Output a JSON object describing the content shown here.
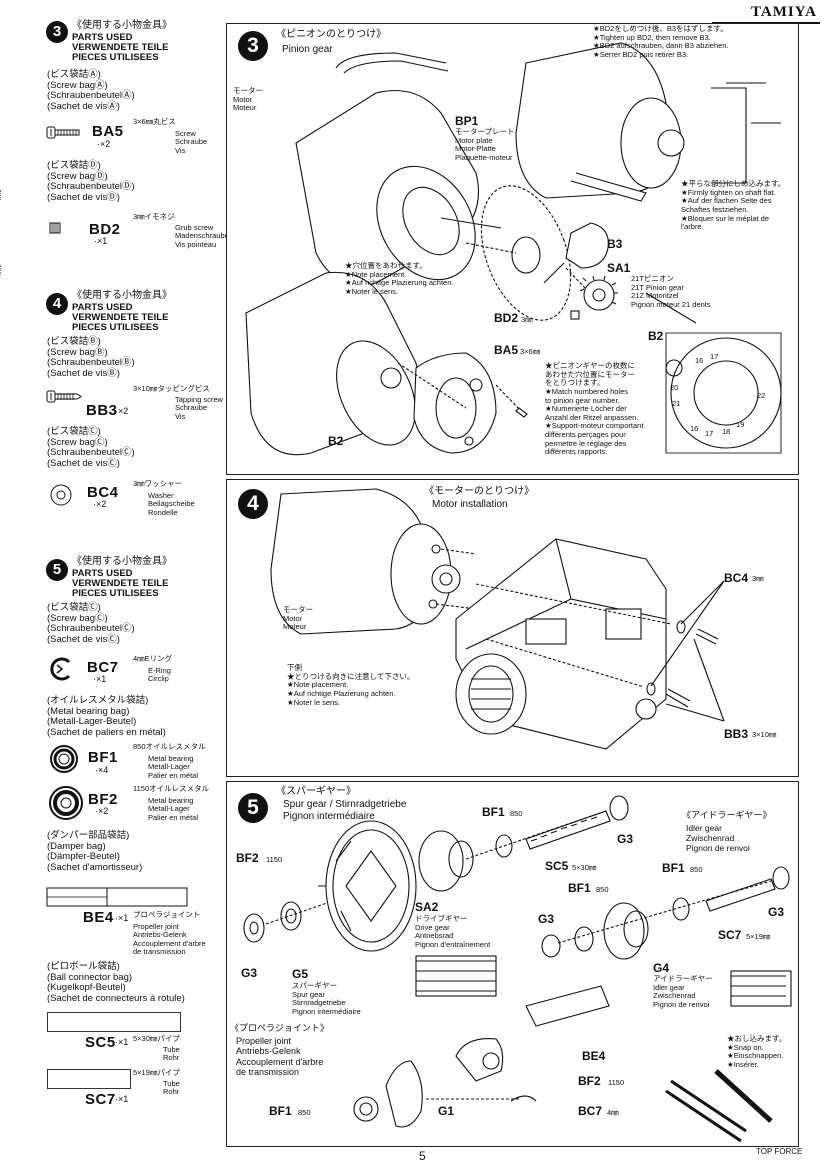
{
  "brand": "TAMIYA",
  "page_number": "5",
  "footer": "TOP FORCE",
  "left": {
    "s3": {
      "num": "3",
      "hdr_jp": "《使用する小物金具》",
      "hdr": [
        "PARTS USED",
        "VERWENDETE TEILE",
        "PIECES UTILISEES"
      ],
      "bagA": [
        "(ビス袋詰Ⓐ)",
        "(Screw bagⒶ)",
        "(SchraubenbeutelⒶ)",
        "(Sachet de visⒶ)"
      ],
      "ba5": {
        "code": "BA5",
        "qty": "·×2",
        "size": "3×6㎜丸ビス",
        "desc": [
          "Screw",
          "Schraube",
          "Vis"
        ]
      },
      "bagD": [
        "(ビス袋詰Ⓓ)",
        "(Screw bagⒹ)",
        "(SchraubenbeutelⒹ)",
        "(Sachet de visⒹ)"
      ],
      "bd2": {
        "code": "BD2",
        "qty": "·×1",
        "size": "3㎜イモネジ",
        "desc": [
          "Grub screw",
          "Madenschraube",
          "Vis pointeau"
        ]
      }
    },
    "s4": {
      "num": "4",
      "hdr_jp": "《使用する小物金具》",
      "hdr": [
        "PARTS USED",
        "VERWENDETE TEILE",
        "PIECES UTILISEES"
      ],
      "bagB": [
        "(ビス袋詰Ⓑ)",
        "(Screw bagⒷ)",
        "(SchraubenbeutelⒷ)",
        "(Sachet de visⒷ)"
      ],
      "bb3": {
        "code": "BB3",
        "qty": "·×2",
        "size": "3×10㎜タッピングビス",
        "desc": [
          "Tapping screw",
          "Schraube",
          "Vis"
        ]
      },
      "bagC": [
        "(ビス袋詰Ⓒ)",
        "(Screw bagⒸ)",
        "(SchraubenbeutelⒸ)",
        "(Sachet de visⒸ)"
      ],
      "bc4": {
        "code": "BC4",
        "qty": "·×2",
        "size": "3㎜ワッシャー",
        "desc": [
          "Washer",
          "Beilagscheibe",
          "Rondelle"
        ]
      }
    },
    "s5": {
      "num": "5",
      "hdr_jp": "《使用する小物金具》",
      "hdr": [
        "PARTS USED",
        "VERWENDETE TEILE",
        "PIECES UTILISEES"
      ],
      "bagC": [
        "(ビス袋詰Ⓒ)",
        "(Screw bagⒸ)",
        "(SchraubenbeutelⒸ)",
        "(Sachet de visⒸ)"
      ],
      "bc7": {
        "code": "BC7",
        "qty": "·×1",
        "size": "4㎜Eリング",
        "desc": [
          "E-Ring",
          "Circlip"
        ]
      },
      "metalBag": [
        "(オイルレスメタル袋詰)",
        "(Metal bearing bag)",
        "(Metall-Lager-Beutel)",
        "(Sachet de paliers en métal)"
      ],
      "bf1": {
        "code": "BF1",
        "qty": "·×4",
        "size": "850オイルレスメタル",
        "desc": [
          "Metal bearing",
          "Metall-Lager",
          "Palier en métal"
        ]
      },
      "bf2": {
        "code": "BF2",
        "qty": "·×2",
        "size": "1150オイルレスメタル",
        "desc": [
          "Metal bearing",
          "Metall-Lager",
          "Palier en métal"
        ]
      },
      "damperBag": [
        "(ダンパー部品袋詰)",
        "(Damper bag)",
        "(Dämpfer-Beutel)",
        "(Sachet d'amortisseur)"
      ],
      "be4": {
        "code": "BE4",
        "qty": "·×1",
        "size": "プロペラジョイント",
        "desc": [
          "Propeller joint",
          "Antriebs-Gelenk",
          "Accouplement d'arbre",
          "de transmission"
        ]
      },
      "ballBag": [
        "(ピロボール袋詰)",
        "(Ball connector bag)",
        "(Kugelkopf-Beutel)",
        "(Sachet de connecteurs à rotule)"
      ],
      "sc5": {
        "code": "SC5",
        "qty": "·×1",
        "size": "5×30㎜パイプ",
        "desc": [
          "Tube",
          "Rohr"
        ]
      },
      "sc7": {
        "code": "SC7",
        "qty": "·×1",
        "size": "5×19㎜パイプ",
        "desc": [
          "Tube",
          "Rohr"
        ]
      }
    }
  },
  "p3": {
    "num": "3",
    "title_jp": "《ピニオンのとりつけ》",
    "title": "Pinion gear",
    "motor": [
      "モーター",
      "Motor",
      "Moteur"
    ],
    "bp1": "BP1",
    "bp1_desc": [
      "モータープレート",
      "Motor plate",
      "Motor-Platte",
      "Plaquette-moteur"
    ],
    "b3": "B3",
    "b2a": "B2",
    "b2b": "B2",
    "sa1": "SA1",
    "sa1_desc": [
      "21Tピニオン",
      "21T Pinion gear",
      "21Z Motoritzel",
      "Pignon moteur 21 dents"
    ],
    "bd2": "BD2",
    "bd2_mm": "3㎜",
    "ba5": "BA5",
    "ba5_mm": "3×6㎜",
    "tighten": [
      "★BD2をしめつけ後、B3をはずします。",
      "★Tighten up BD2, then remove B3.",
      "★BD2 aufschrauben, dann B3 abziehen.",
      "★Serrer BD2 puis retirer B3."
    ],
    "flat": [
      "★平らな部分にしめ込みます。",
      "★Firmly tighten on shaft flat.",
      "★Auf der flachen Seite des",
      "Schaftes festziehen.",
      "★Bloquer sur le méplat de",
      "l'arbre."
    ],
    "holes": [
      "★穴位置をあわせます。",
      "★Note placement.",
      "★Auf richtige Plazierung achten.",
      "★Noter le sens."
    ],
    "match": [
      "★ピニオンギヤーの枚数に",
      "あわせた穴位置にモーター",
      "をとりつけます。",
      "★Match numbered holes",
      "to pinion gear number.",
      "★Numerierte Löcher der",
      "Anzahl der Ritzel anpassen.",
      "★Support-moteur comportant",
      "différents perçages pour",
      "permettre le réglage des",
      "différents rapports."
    ],
    "hole_nums": [
      "16",
      "17",
      "18",
      "19",
      "20",
      "21",
      "22"
    ]
  },
  "p4": {
    "num": "4",
    "title_jp": "《モーターのとりつけ》",
    "title": "Motor installation",
    "motor": [
      "モーター",
      "Motor",
      "Moteur"
    ],
    "bc4": "BC4",
    "bc4_mm": "3㎜",
    "bb3": "BB3",
    "bb3_mm": "3×10㎜",
    "note": [
      "下側",
      "★とりつける向きに注意して下さい。",
      "★Note placement.",
      "★Auf richtige Plazierung achten.",
      "★Noter le sens."
    ]
  },
  "p5": {
    "num": "5",
    "title_jp": "《スパーギヤー》",
    "title": [
      "Spur gear / Stirnradgetriebe",
      "Pignon intermédiaire"
    ],
    "bf1a": "BF1",
    "bf1a_mm": "850",
    "bf2": "BF2",
    "bf2_mm": "1150",
    "g3a": "G3",
    "g3b": "G3",
    "g3c": "G3",
    "g3d": "G3",
    "sc5": "SC5",
    "sc5_mm": "5×30㎜",
    "sa2": "SA2",
    "sa2_desc": [
      "ドライブギヤー",
      "Drive gear",
      "Antriebsrad",
      "Pignon d'entraînement"
    ],
    "g5": "G5",
    "g5_desc": [
      "スパーギヤー",
      "Spur gear",
      "Stirnradgetriebe",
      "Pignon intermédiaire"
    ],
    "idler_jp": "《アイドラーギヤー》",
    "idler": [
      "Idler gear",
      "Zwischenrad",
      "Pignon de renvoi"
    ],
    "bf1b": "BF1",
    "bf1b_mm": "850",
    "bf1c": "BF1",
    "bf1c_mm": "850",
    "sc7": "SC7",
    "sc7_mm": "5×19㎜",
    "g4": "G4",
    "g4_desc": [
      "アイドラーギヤー",
      "Idler gear",
      "Zwischenrad",
      "Pignon de renvoi"
    ],
    "prop_jp": "《プロペラジョイント》",
    "prop": [
      "Propeller joint",
      "Antriebs-Gelenk",
      "Accouplement d'arbre",
      "de transmission"
    ],
    "be4": "BE4",
    "bf2b": "BF2",
    "bf2b_mm": "1150",
    "bf1d": "BF1",
    "bf1d_mm": "850",
    "g1": "G1",
    "bc7": "BC7",
    "bc7_mm": "4㎜",
    "snap": [
      "★おし込みます。",
      "★Snap on.",
      "★Einschnappen.",
      "★Insérer."
    ]
  }
}
